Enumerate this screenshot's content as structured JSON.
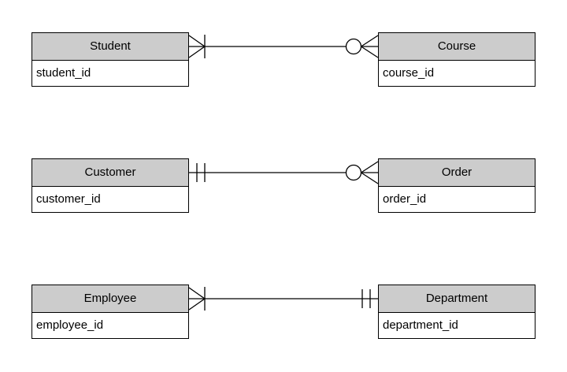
{
  "diagram": {
    "type": "entity-relationship-diagram",
    "notation": "crows-foot",
    "background_color": "#ffffff",
    "entity_header_fill": "#cccccc",
    "entity_body_fill": "#ffffff",
    "stroke_color": "#000000",
    "text_color": "#000000"
  },
  "entities": [
    {
      "name": "Student",
      "attribute": "student_id"
    },
    {
      "name": "Course",
      "attribute": "course_id"
    },
    {
      "name": "Customer",
      "attribute": "customer_id"
    },
    {
      "name": "Order",
      "attribute": "order_id"
    },
    {
      "name": "Employee",
      "attribute": "employee_id"
    },
    {
      "name": "Department",
      "attribute": "department_id"
    }
  ],
  "relationships": [
    {
      "from": "Student",
      "to": "Course",
      "from_cardinality": "one-or-many",
      "from_symbol": "crows-foot-with-bar",
      "to_cardinality": "zero-or-many",
      "to_symbol": "circle-with-crows-foot"
    },
    {
      "from": "Customer",
      "to": "Order",
      "from_cardinality": "one-and-only-one",
      "from_symbol": "double-bar",
      "to_cardinality": "zero-or-many",
      "to_symbol": "circle-with-crows-foot"
    },
    {
      "from": "Employee",
      "to": "Department",
      "from_cardinality": "one-or-many",
      "from_symbol": "crows-foot-with-bar",
      "to_cardinality": "one-and-only-one",
      "to_symbol": "double-bar"
    }
  ]
}
